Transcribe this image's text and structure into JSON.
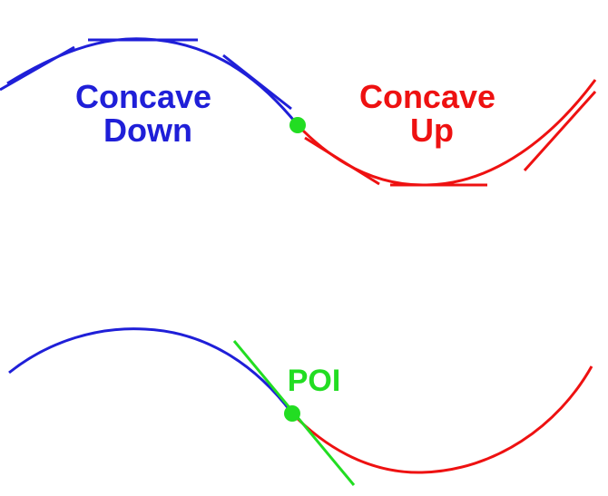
{
  "colors": {
    "concave_down": "#1f1fd8",
    "concave_up": "#ee1111",
    "inflection": "#22dd22",
    "background": "#ffffff"
  },
  "top_panel": {
    "concave_down_label": {
      "line1": "Concave",
      "line2": "Down"
    },
    "concave_up_label": {
      "line1": "Concave",
      "line2": "Up"
    }
  },
  "bottom_panel": {
    "poi_label": "POI"
  }
}
